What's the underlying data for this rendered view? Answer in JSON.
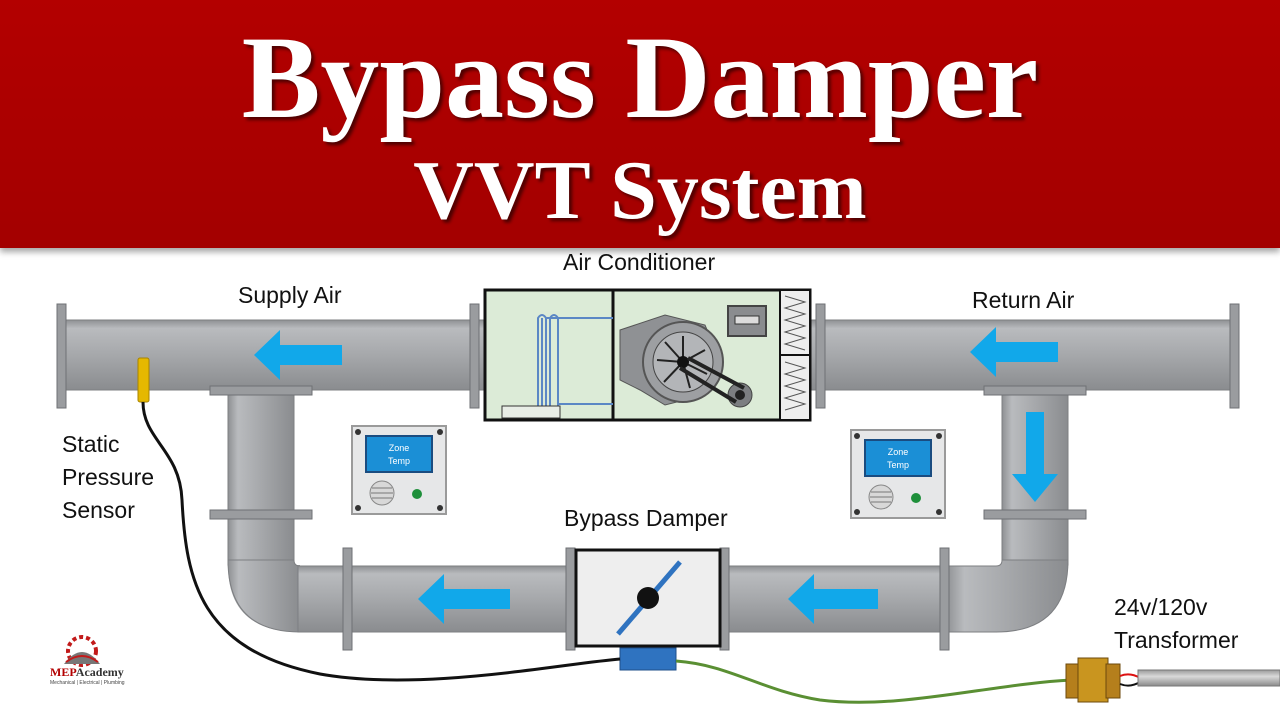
{
  "title": {
    "line1": "Bypass Damper",
    "line2": "VVT System"
  },
  "labels": {
    "air_conditioner": "Air Conditioner",
    "supply_air": "Supply Air",
    "return_air": "Return Air",
    "static_pressure_sensor": [
      "Static",
      "Pressure",
      "Sensor"
    ],
    "bypass_damper": "Bypass Damper",
    "transformer": [
      "24v/120v",
      "Transformer"
    ]
  },
  "thermostats": [
    {
      "line1": "Zone",
      "line2": "Temp"
    },
    {
      "line1": "Zone",
      "line2": "Temp"
    }
  ],
  "logo": {
    "brand_a": "MEP",
    "brand_b": "Academy",
    "tagline": "Mechanical | Electrical | Plumbing"
  },
  "colors": {
    "banner": "#a60000",
    "duct": "#a9abae",
    "arrow": "#11a8ea",
    "sensor": "#e5b800",
    "wire_green": "#5a8f33",
    "damper_actuator": "#2f73c0"
  }
}
